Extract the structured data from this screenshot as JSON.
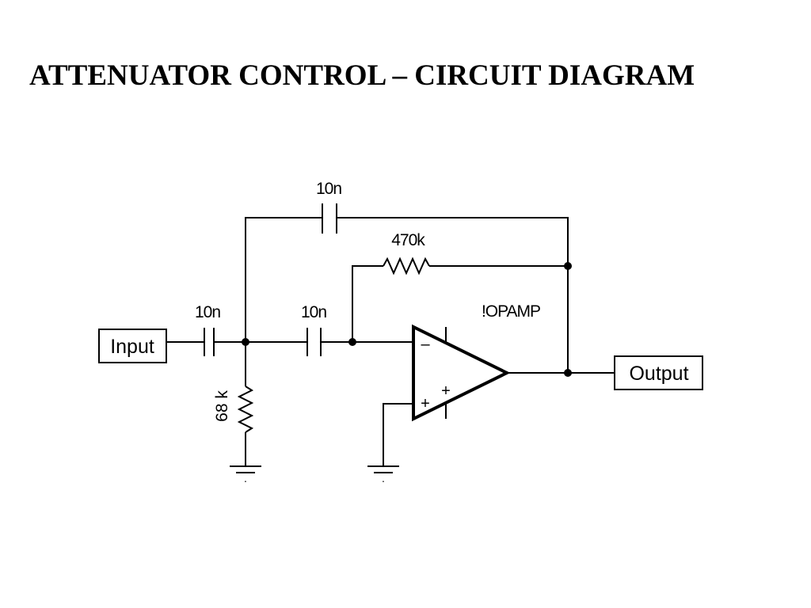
{
  "title": "ATTENUATOR CONTROL – CIRCUIT DIAGRAM",
  "components": {
    "c_feedback": "10n",
    "r_feedback": "470k",
    "c_input": "10n",
    "c_series": "10n",
    "r_ground": "68 k",
    "opamp": "!OPAMP",
    "opamp_minus": "–",
    "opamp_plus_inner": "+",
    "opamp_plus_outer": "+"
  },
  "ports": {
    "input": "Input",
    "output": "Output"
  },
  "ground_dot": "."
}
